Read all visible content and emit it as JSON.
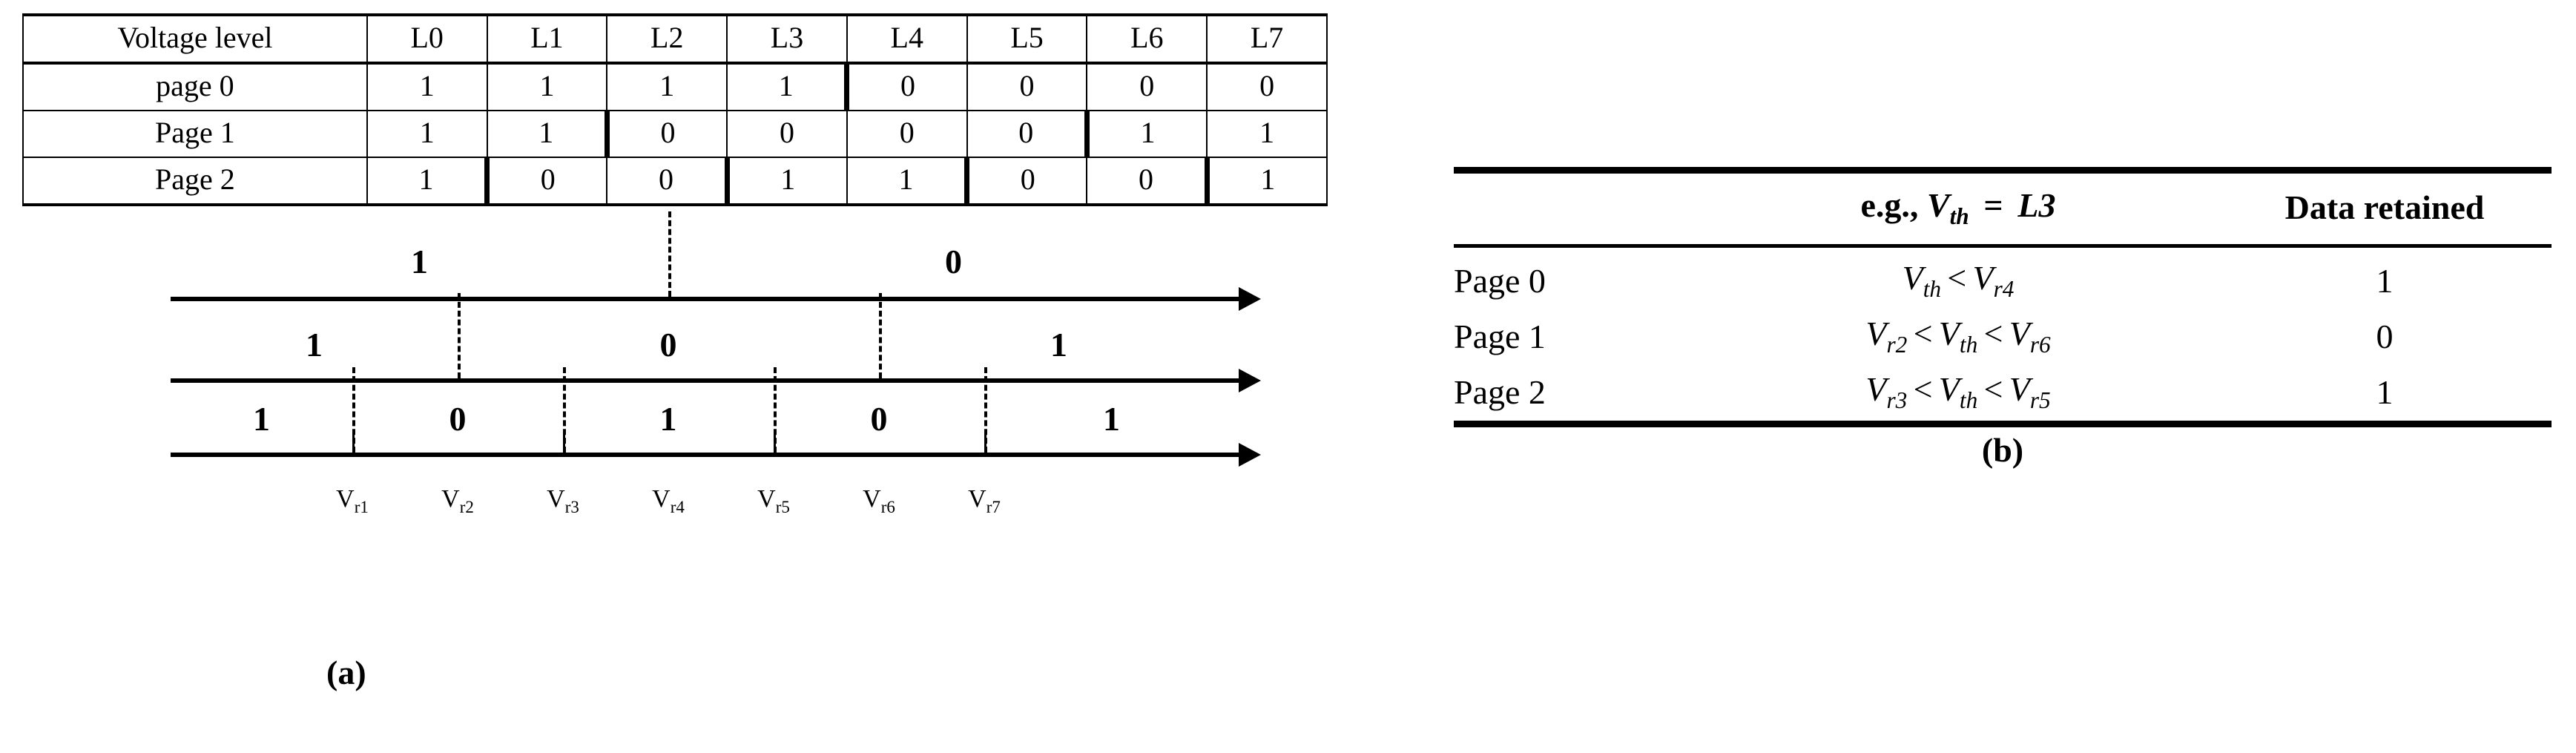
{
  "left_table": {
    "header": [
      "Voltage level",
      "L0",
      "L1",
      "L2",
      "L3",
      "L4",
      "L5",
      "L6",
      "L7"
    ],
    "rows": [
      {
        "label": "page 0",
        "values": [
          "1",
          "1",
          "1",
          "1",
          "0",
          "0",
          "0",
          "0"
        ],
        "thick_after": [
          3
        ]
      },
      {
        "label": "Page 1",
        "values": [
          "1",
          "1",
          "0",
          "0",
          "0",
          "0",
          "1",
          "1"
        ],
        "thick_after": [
          1,
          5
        ]
      },
      {
        "label": "Page 2",
        "values": [
          "1",
          "0",
          "0",
          "1",
          "1",
          "0",
          "0",
          "1"
        ],
        "thick_after": [
          0,
          2,
          4,
          6
        ]
      }
    ]
  },
  "diagram": {
    "caption": "(a)",
    "tick_labels": [
      "V",
      "V",
      "V",
      "V",
      "V",
      "V",
      "V"
    ],
    "tick_subscripts": [
      "r1",
      "r2",
      "r3",
      "r4",
      "r5",
      "r6",
      "r7"
    ],
    "axes": [
      {
        "name": "page-0-axis",
        "bits": [
          "1",
          "0"
        ],
        "boundaries": [
          "r4"
        ]
      },
      {
        "name": "page-1-axis",
        "bits": [
          "1",
          "0",
          "1"
        ],
        "boundaries": [
          "r2",
          "r6"
        ]
      },
      {
        "name": "page-2-axis",
        "bits": [
          "1",
          "0",
          "1",
          "0",
          "1"
        ],
        "boundaries": [
          "r1",
          "r3",
          "r5",
          "r7"
        ]
      }
    ]
  },
  "right_table": {
    "caption": "(b)",
    "header": {
      "col1": "",
      "col2_prefix": "e.g.,",
      "col2_var": "V",
      "col2_sub": "th",
      "col2_eq": "=",
      "col2_level": "L3",
      "col3": "Data retained"
    },
    "rows": [
      {
        "page": "Page 0",
        "condition": "V_th < V_r4",
        "data": "1"
      },
      {
        "page": "Page 1",
        "condition": "V_r2 < V_th < V_r6",
        "data": "0"
      },
      {
        "page": "Page 2",
        "condition": "V_r3 < V_th < V_r5",
        "data": "1"
      }
    ]
  },
  "colors": {
    "ink": "#000000",
    "paper": "#ffffff"
  }
}
